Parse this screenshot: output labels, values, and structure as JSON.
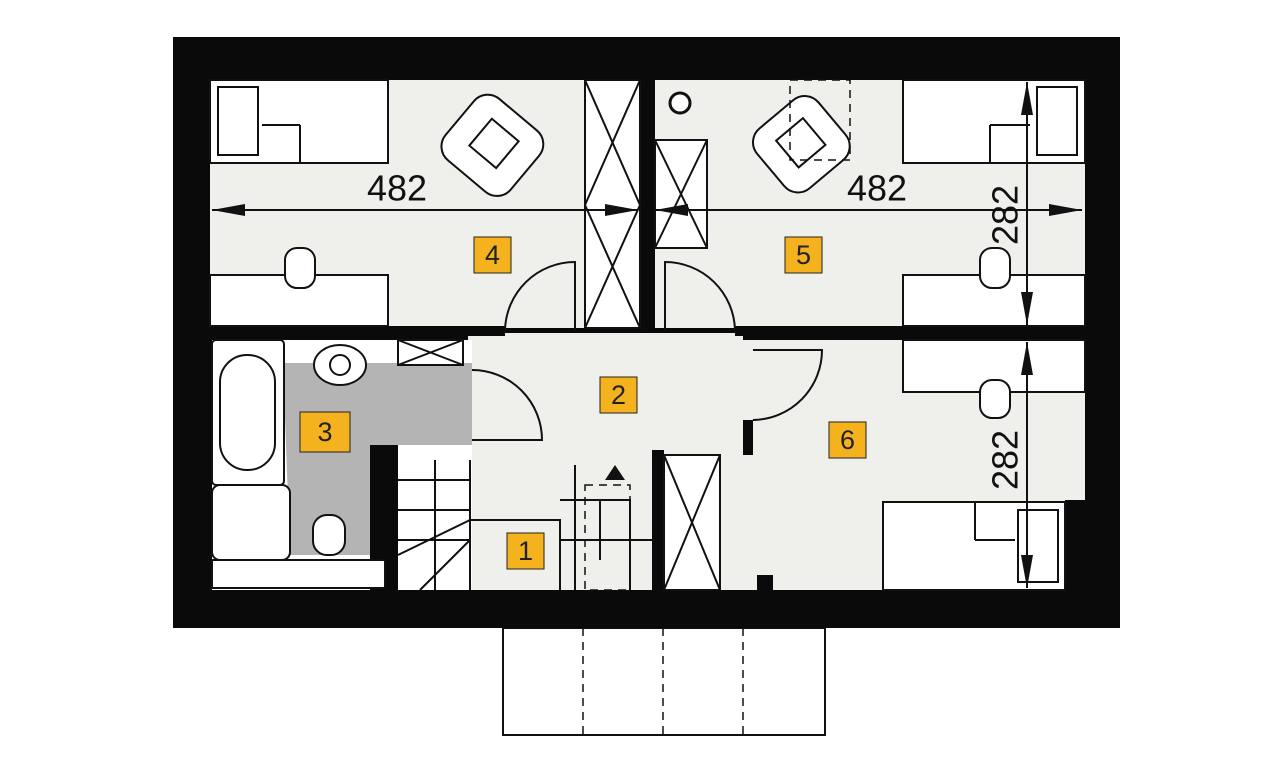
{
  "plan": {
    "rooms": [
      {
        "label": "1"
      },
      {
        "label": "2"
      },
      {
        "label": "3"
      },
      {
        "label": "4"
      },
      {
        "label": "5"
      },
      {
        "label": "6"
      }
    ],
    "dimensions": {
      "room4_width": "482",
      "room5_width": "482",
      "room5_depth": "282",
      "room6_depth": "282"
    },
    "colors": {
      "wall": "#0a0a0a",
      "floor": "#efefeb",
      "bathroom_floor": "#b4b4b4",
      "label_bg": "#f5b21f"
    }
  }
}
